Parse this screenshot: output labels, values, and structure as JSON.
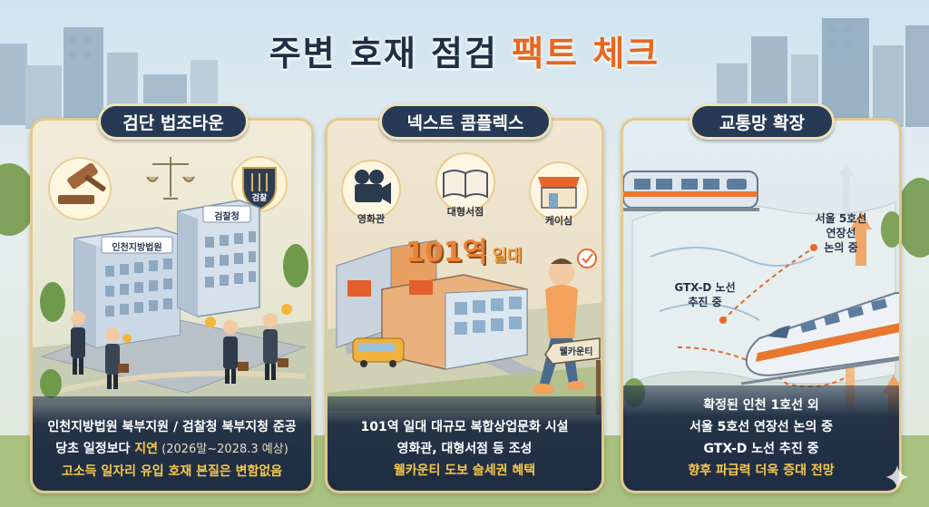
{
  "title": {
    "part1": "주변 호재 점검",
    "part2": "팩트 체크"
  },
  "panels": [
    {
      "heading": "검단 법조타운",
      "signs": [
        "인천지방법원",
        "검찰청"
      ],
      "badge": "검찰",
      "caption": {
        "line1": "인천지방법원 북부지원 / 검찰청 북부지청 준공",
        "line2_prefix": "당초 일정보다 ",
        "line2_hl": "지연",
        "line2_note": " (2026말~2028.3 예상)",
        "line3": "고소득 일자리 유입 호재 본질은 변함없음"
      }
    },
    {
      "heading": "넥스트 콤플렉스",
      "icons": [
        "영화관",
        "대형서점",
        "케이심"
      ],
      "station": "101역",
      "station_suffix": "일대",
      "sign": "웰카운티",
      "caption": {
        "line1": "101역 일대 대규모 복합상업문화 시설",
        "line2": "영화관, 대형서점 등 조성",
        "line3": "웰카운티 도보 슬세권 혜택"
      }
    },
    {
      "heading": "교통망 확장",
      "map_label1_l1": "서울 5호선",
      "map_label1_l2": "연장선",
      "map_label1_l3": "논의 중",
      "map_label2_l1": "GTX-D 노선",
      "map_label2_l2": "추진 중",
      "caption": {
        "line1": "확정된 인천 1호선 외",
        "line2": "서울 5호선 연장선 논의 중",
        "line3": "GTX-D 노선 추진 중",
        "line4": "향후 파급력 더욱 증대 전망"
      }
    }
  ],
  "colors": {
    "navy": "#273a55",
    "accent": "#e8661e",
    "highlight": "#f7c84a",
    "frame": "#e2c98e"
  }
}
